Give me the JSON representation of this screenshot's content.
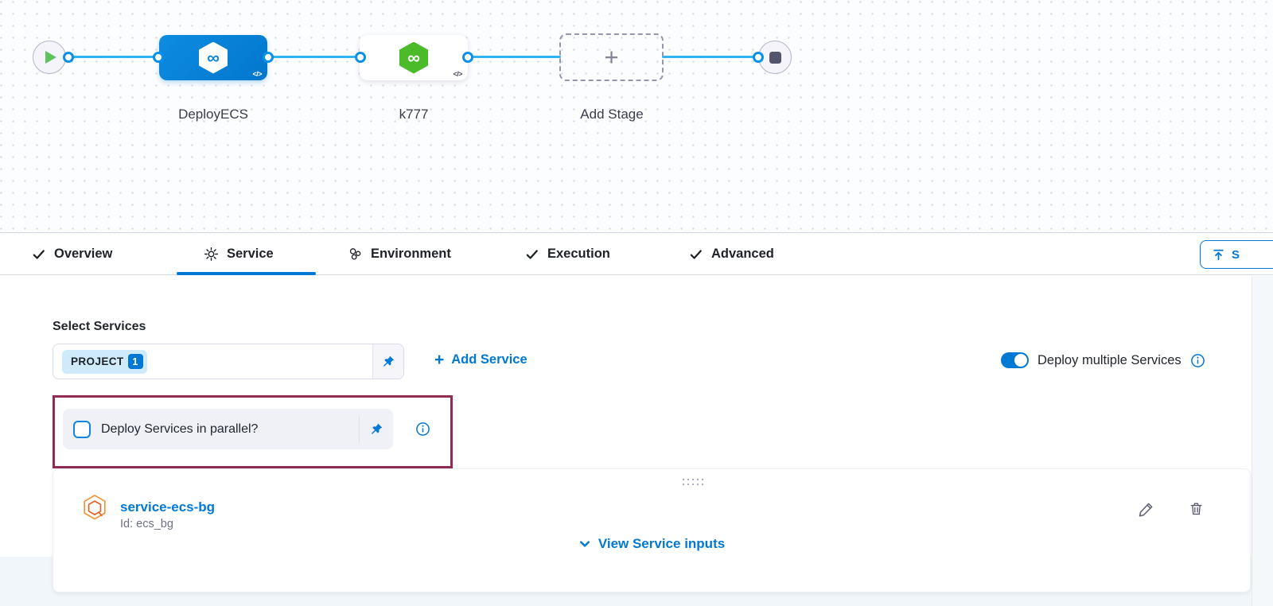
{
  "pipeline": {
    "stages": [
      {
        "label": "DeployECS",
        "logo_glyph": "∞",
        "code_glyph": "</>"
      },
      {
        "label": "k777",
        "logo_glyph": "∞",
        "code_glyph": "</>"
      },
      {
        "label": "Add Stage",
        "plus_glyph": "+"
      }
    ]
  },
  "tab_bar": {
    "tabs": [
      {
        "label": "Overview",
        "icon": "check",
        "active": false
      },
      {
        "label": "Service",
        "icon": "gear",
        "active": true
      },
      {
        "label": "Environment",
        "icon": "environment",
        "active": false
      },
      {
        "label": "Execution",
        "icon": "check",
        "active": false
      },
      {
        "label": "Advanced",
        "icon": "check",
        "active": false
      }
    ],
    "save_button_partial_label": "S"
  },
  "content": {
    "select_services_label": "Select Services",
    "service_tag": {
      "name": "PROJECT",
      "count": "1"
    },
    "add_service_plus": "+",
    "add_service_label": "Add Service",
    "deploy_multiple_label": "Deploy multiple Services",
    "parallel_checkbox_label": "Deploy Services in parallel?",
    "service_card": {
      "name": "service-ecs-bg",
      "id_text": "Id: ecs_bg",
      "view_inputs_label": "View Service inputs"
    }
  },
  "colors": {
    "primary_blue": "#0278d5",
    "connector_blue": "#2fb3f3",
    "stage_blue": "#0b86dd",
    "harness_green": "#4cbb2a",
    "annotation_maroon": "#8f2b55",
    "service_icon_orange": "#ee7d33",
    "canvas_bg": "#fbfdff",
    "tint_bg": "#f1f6fa"
  }
}
